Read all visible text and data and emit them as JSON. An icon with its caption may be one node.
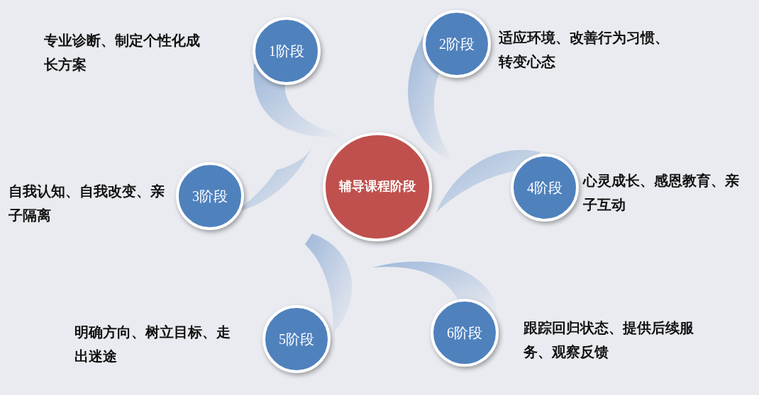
{
  "diagram": {
    "nodes": [
      {
        "text": [
          "辅导课程阶段"
        ]
      },
      {
        "text": [
          "1阶段"
        ],
        "beside": [
          "专业诊断、制定个性化成长方案"
        ]
      },
      {
        "text": [
          "2阶段"
        ],
        "beside": [
          "适应环境、改善行为习惯、转变心态"
        ]
      },
      {
        "text": [
          "3阶段"
        ],
        "beside": [
          "自我认知、自我改变、亲子隔离"
        ]
      },
      {
        "text": [
          "4阶段"
        ],
        "beside": [
          "心灵成长、感恩教育、亲子互动"
        ]
      },
      {
        "text": [
          "5阶段"
        ],
        "beside": [
          "明确方向、树立目标、走出迷途"
        ]
      },
      {
        "text": [
          "6阶段"
        ],
        "beside": [
          "跟踪回归状态、提供后续服务、观察反馈"
        ]
      }
    ]
  }
}
